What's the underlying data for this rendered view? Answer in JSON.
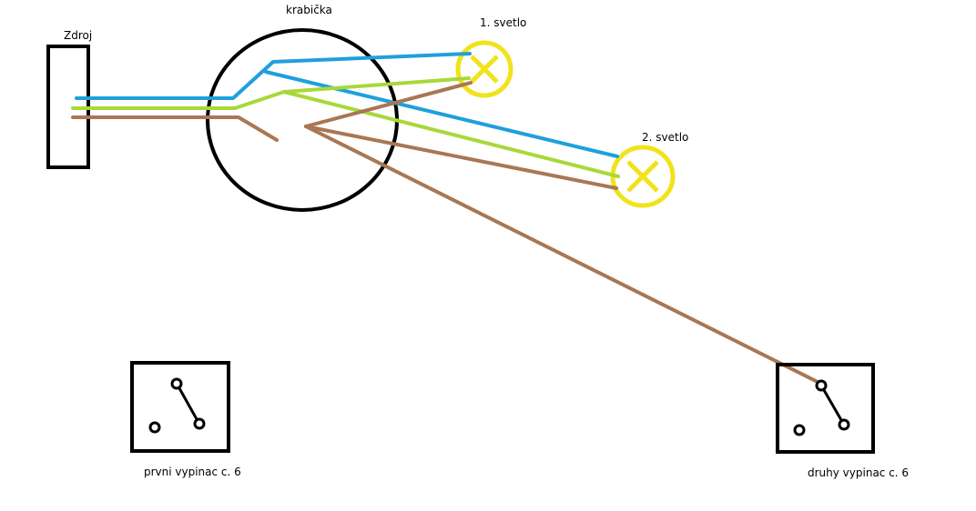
{
  "labels": {
    "source": "Zdroj",
    "junction_box": "krabička",
    "light_1": "1. svetlo",
    "light_2": "2. svetlo",
    "switch_1": "prvni vypinac c. 6",
    "switch_2": "druhy vypinac c. 6"
  },
  "colors": {
    "outline": "#000000",
    "wire_blue": "#1ea0dc",
    "wire_green": "#a8d83a",
    "wire_brown": "#a97754",
    "lamp": "#f2e21b",
    "background": "#ffffff"
  },
  "icons": {
    "lamp": "lamp-x-symbol",
    "switch": "switch-symbol"
  }
}
